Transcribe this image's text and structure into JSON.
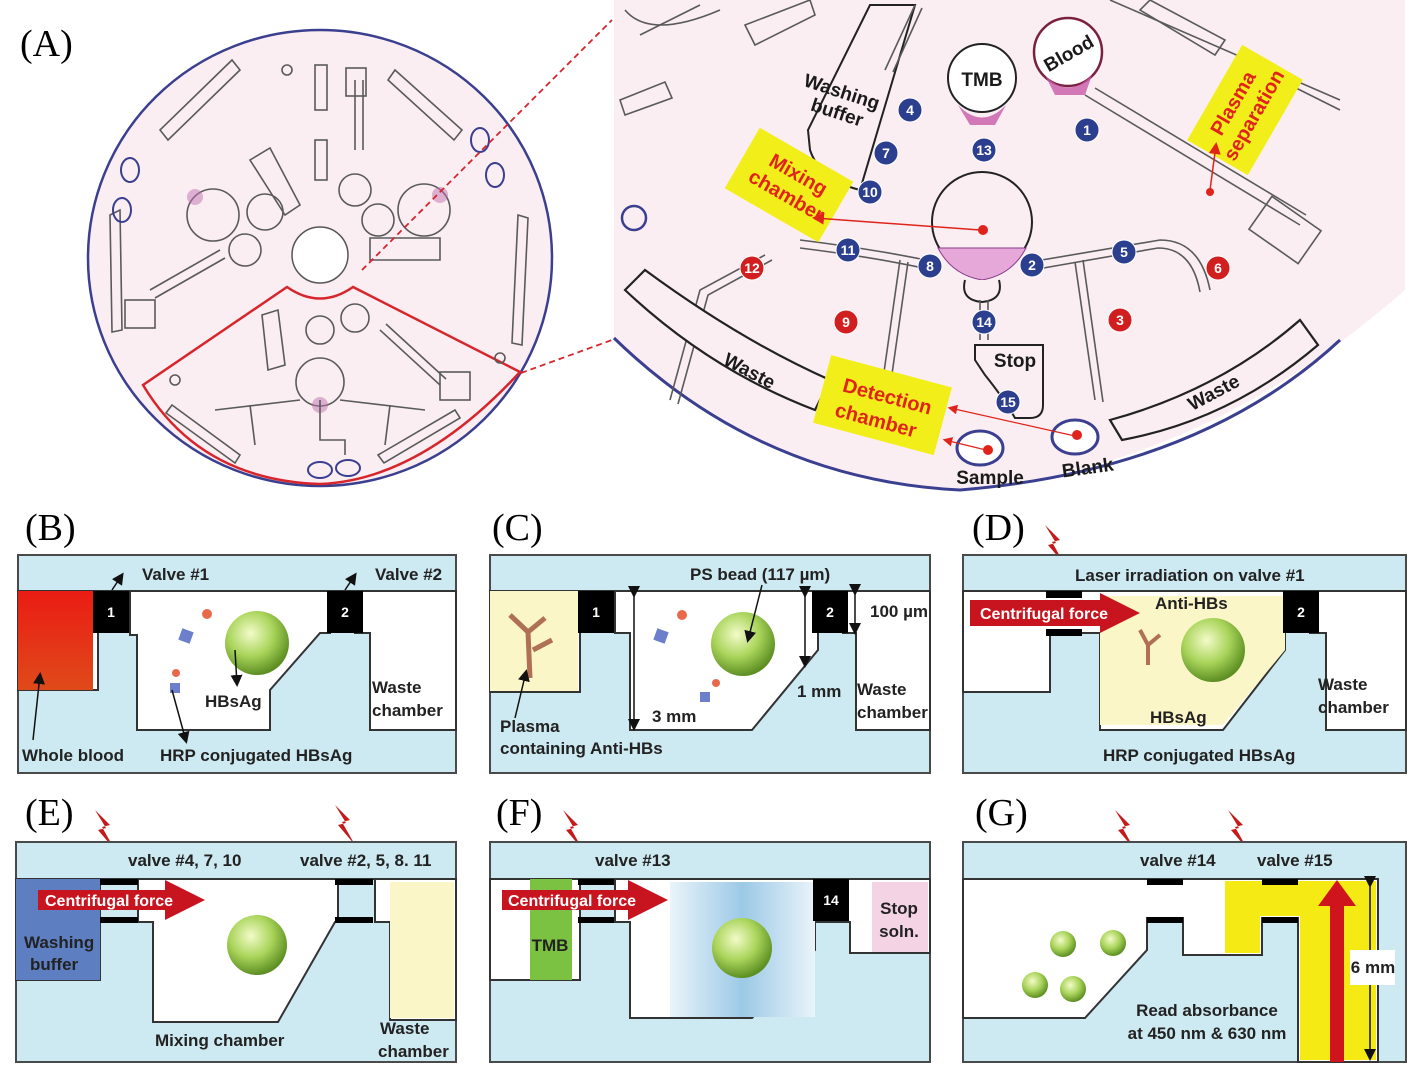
{
  "panels": {
    "A": {
      "label": "(A)",
      "labels": {
        "washing_buffer_1": "Washing",
        "washing_buffer_2": "buffer",
        "tmb": "TMB",
        "blood": "Blood",
        "mixing_1": "Mixing",
        "mixing_2": "chamber",
        "plasma_1": "Plasma",
        "plasma_2": "separation",
        "waste_left": "Waste",
        "waste_right": "Waste",
        "stop": "Stop",
        "detection_1": "Detection",
        "detection_2": "chamber",
        "sample": "Sample",
        "blank": "Blank"
      },
      "blue_valves": [
        "1",
        "2",
        "4",
        "5",
        "7",
        "8",
        "10",
        "11",
        "13",
        "14",
        "15"
      ],
      "red_valves": [
        "3",
        "6",
        "9",
        "12"
      ],
      "colors": {
        "blue_valve": "#2c3f8f",
        "red_valve": "#d11f1f",
        "callout": "#f2ee1a",
        "disk": "#fbeef3",
        "sector": "#d7262b"
      }
    },
    "B": {
      "label": "(B)",
      "valve1": "Valve #1",
      "valve2": "Valve #2",
      "v1": "1",
      "v2": "2",
      "hbsag": "HBsAg",
      "waste_1": "Waste",
      "waste_2": "chamber",
      "whole_blood": "Whole blood",
      "hrp": "HRP conjugated HBsAg"
    },
    "C": {
      "label": "(C)",
      "ps_bead": "PS bead (117 µm)",
      "v1": "1",
      "v2": "2",
      "dim_100": "100 µm",
      "dim_1mm": "1 mm",
      "dim_3mm": "3 mm",
      "waste_1": "Waste",
      "waste_2": "chamber",
      "plasma_1": "Plasma",
      "plasma_2": "containing Anti-HBs"
    },
    "D": {
      "label": "(D)",
      "laser": "Laser irradiation on valve #1",
      "force": "Centrifugal force",
      "anti_hbs": "Anti-HBs",
      "v2": "2",
      "hbsag": "HBsAg",
      "waste_1": "Waste",
      "waste_2": "chamber",
      "hrp": "HRP conjugated HBsAg"
    },
    "E": {
      "label": "(E)",
      "valves_left": "valve #4, 7, 10",
      "valves_right": "valve #2, 5, 8. 11",
      "force": "Centrifugal force",
      "washing_1": "Washing",
      "washing_2": "buffer",
      "mixing": "Mixing chamber",
      "waste_1": "Waste",
      "waste_2": "chamber"
    },
    "F": {
      "label": "(F)",
      "valve": "valve #13",
      "force": "Centrifugal force",
      "tmb": "TMB",
      "v14": "14",
      "stop_1": "Stop",
      "stop_2": "soln."
    },
    "G": {
      "label": "(G)",
      "valve14": "valve #14",
      "valve15": "valve #15",
      "dim_6mm": "6 mm",
      "read_1": "Read absorbance",
      "read_2": "at 450 nm & 630 nm"
    }
  }
}
